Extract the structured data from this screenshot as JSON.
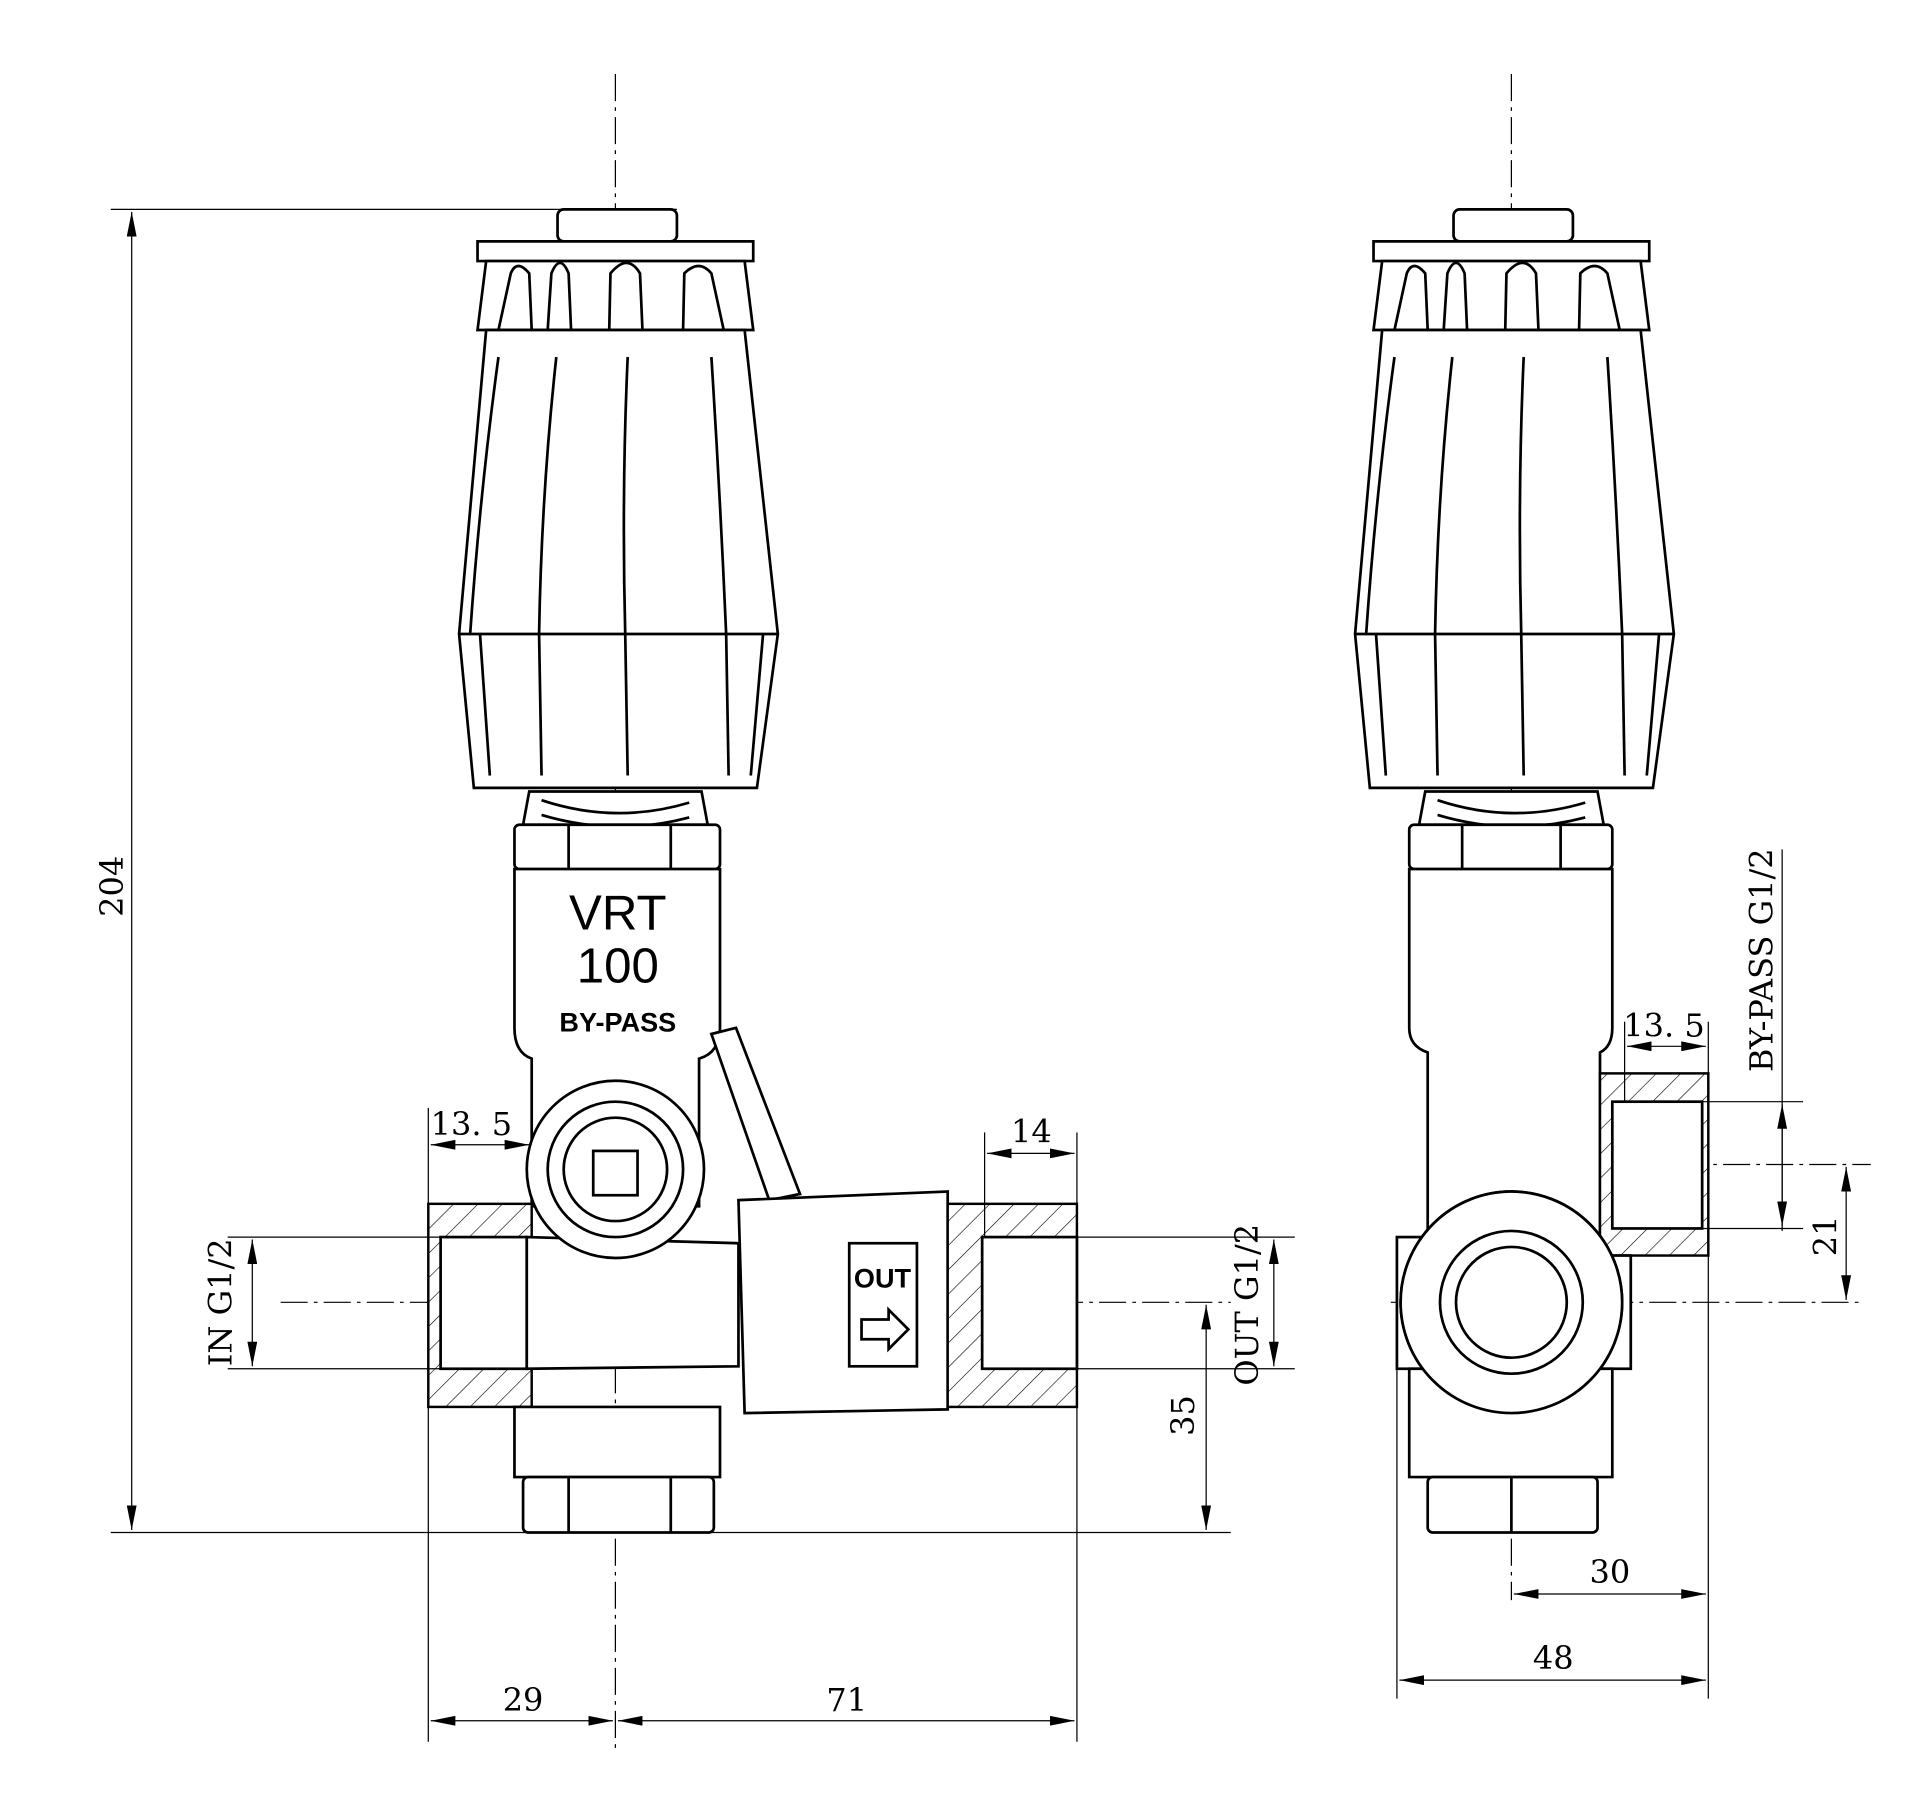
{
  "front_view": {
    "body_label": {
      "line1": "VRT",
      "line2": "100",
      "line3": "BY-PASS"
    },
    "outlet_marking": "OUT",
    "dimensions": {
      "overall_height": "204",
      "inlet_thread_depth": "13. 5",
      "outlet_thread_depth": "14",
      "inlet_thread": "IN G1/2",
      "outlet_thread": "OUT G1/2",
      "axis_height": "35",
      "inlet_to_axis": "29",
      "axis_to_outlet": "71"
    }
  },
  "side_view": {
    "dimensions": {
      "bypass_thread_depth": "13. 5",
      "bypass_thread": "BY-PASS G1/2",
      "bypass_offset": "21",
      "axis_to_bypass_face": "30",
      "overall_width": "48"
    }
  }
}
